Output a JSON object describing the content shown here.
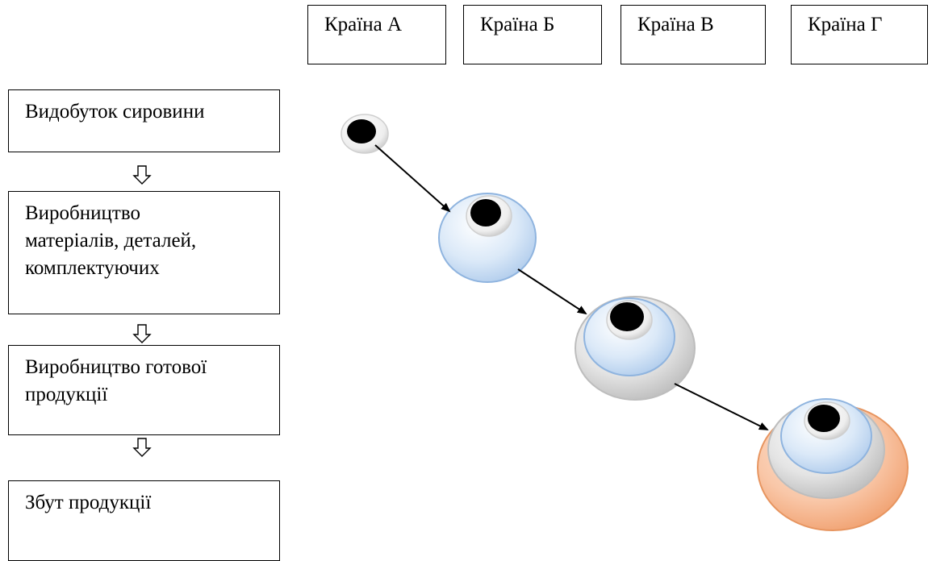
{
  "countries": [
    {
      "label": "Країна А"
    },
    {
      "label": "Країна Б"
    },
    {
      "label": "Країна В"
    },
    {
      "label": "Країна Г"
    }
  ],
  "stages": [
    {
      "label": "Видобуток сировини"
    },
    {
      "label": "Виробництво\nматеріалів, деталей,\nкомплектуючих"
    },
    {
      "label": "Виробництво готової\nпродукції"
    },
    {
      "label": "Збут продукції"
    }
  ],
  "colors": {
    "level_blue": "#cfe2f7",
    "level_grey": "#d8d8d8",
    "level_orange": "#f6b48d",
    "core": "#000000",
    "stroke": "#000000"
  }
}
